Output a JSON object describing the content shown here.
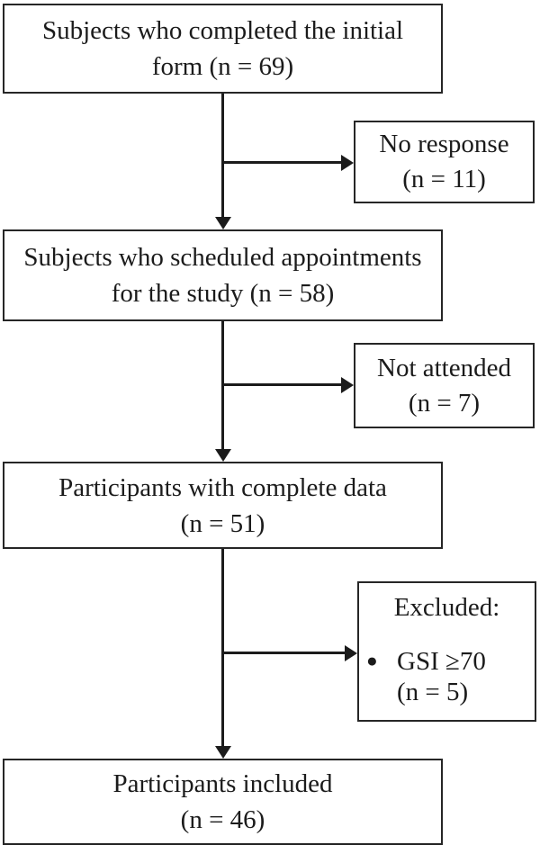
{
  "colors": {
    "ink": "#1b1b1b",
    "border": "#262626",
    "background": "#ffffff"
  },
  "nodes": {
    "initial_form": {
      "line1": "Subjects who completed the initial",
      "line2": "form (n = 69)"
    },
    "no_response": {
      "line1": "No response",
      "line2": "(n = 11)"
    },
    "scheduled": {
      "line1": "Subjects who scheduled appointments",
      "line2": "for the study (n = 58)"
    },
    "not_attended": {
      "line1": "Not attended",
      "line2": "(n = 7)"
    },
    "complete_data": {
      "line1": "Participants with complete data",
      "line2": "(n = 51)"
    },
    "excluded": {
      "title": "Excluded:",
      "bullet": "●",
      "item": "GSI ≥70",
      "count": "(n = 5)"
    },
    "included": {
      "line1": "Participants included",
      "line2": "(n = 46)"
    }
  }
}
